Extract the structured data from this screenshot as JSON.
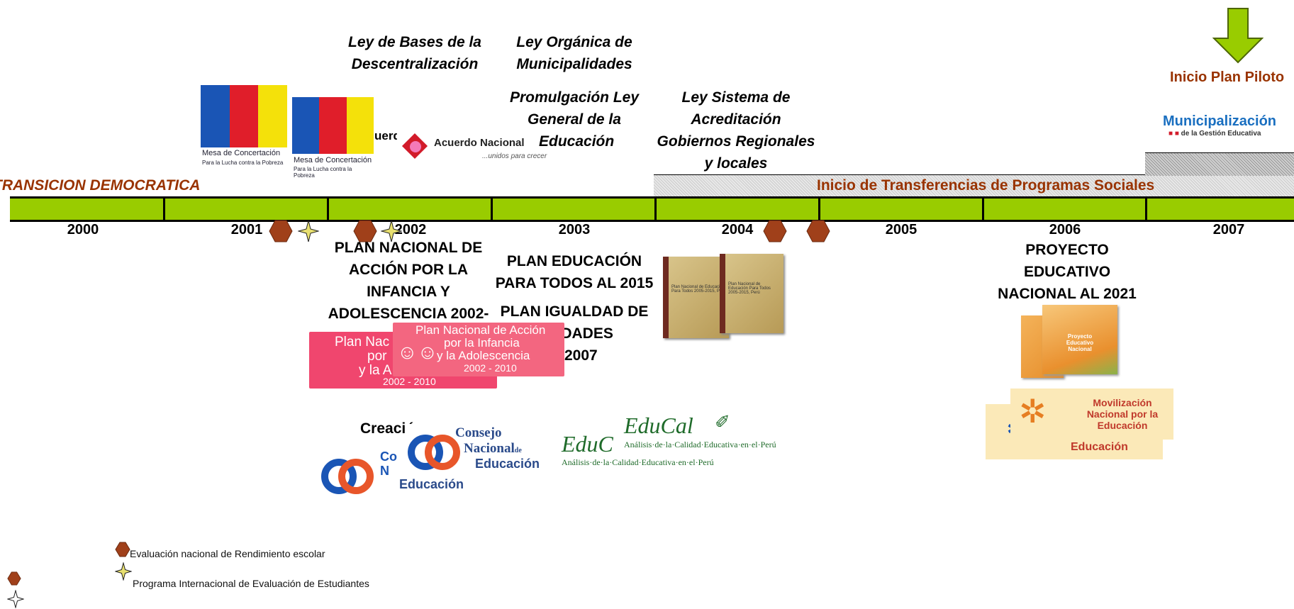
{
  "laws": {
    "ley_bases_1": "Ley de Bases de la",
    "ley_bases_2": "Descentralización",
    "ley_organica_1": "Ley Orgánica de",
    "ley_organica_2": "Municipalidades",
    "promulgacion_1": "Promulgación Ley",
    "promulgacion_2": "General de la",
    "promulgacion_3": "Educación",
    "sistema_1": "Ley Sistema de",
    "sistema_2": "Acreditación",
    "sistema_3": "Gobiernos Regionales",
    "sistema_4": "y locales"
  },
  "top_right": {
    "inicio_piloto": "Inicio Plan Piloto",
    "muni_1": "Municipalización",
    "muni_2": "de la Gestión Educativa"
  },
  "band": {
    "left_label": "TRANSICION DEMOCRATICA",
    "right_label": "Inicio de Transferencias de Programas Sociales"
  },
  "years": [
    "2000",
    "2001",
    "2002",
    "2003",
    "2004",
    "2005",
    "2006",
    "2007"
  ],
  "plans": {
    "pna_1": "PLAN NACIONAL DE",
    "pna_2": "ACCIÓN POR LA",
    "pna_3": "INFANCIA Y",
    "pna_4": "ADOLESCENCIA 2002-",
    "ept_1": "PLAN EDUCACIÓN",
    "ept_2": "PARA TODOS AL 2015",
    "igualdad_1": "PLAN IGUALDAD DE",
    "igualdad_2": "UNIDADES",
    "igualdad_3": "3-2007",
    "pen_1": "PROYECTO",
    "pen_2": "EDUCATIVO",
    "pen_3": "NACIONAL AL 2021",
    "creacion": "Creación"
  },
  "logos": {
    "mesa_1": "Mesa de Concertación",
    "mesa_2": "Para la Lucha contra la Pobreza",
    "acuerdo_1": "Acuerdo Nacional",
    "acuerdo_2": "...unidos para crecer",
    "acuerdo_behind": "uerdo Nacional",
    "pna_banner_1": "Plan Nacional de Acción",
    "pna_banner_2": "por la Infancia",
    "pna_banner_3": "y la Adolescencia",
    "pna_banner_4": "2002 - 2010",
    "pna_back_1": "Plan Nac",
    "pna_back_2": "por",
    "pna_back_3": "y la A",
    "cne_1": "Consejo",
    "cne_2": "Nacional",
    "cne_3": "de",
    "cne_4": "Educación",
    "educal_1": "EduCal",
    "educal_2": "Análisis·de·la·Calidad·Educativa·en·el·Perú",
    "educal_back": "EduC",
    "movil_1": "Movilización",
    "movil_2": "Nacional por la",
    "movil_3": "Educación",
    "movil_4": "Educación",
    "book_title": "Plan Nacional de Educación Para Todos 2005-2015, Perú",
    "pen_book": "Proyecto Educativo Nacional"
  },
  "legend": {
    "rendimiento": "Evaluación nacional de Rendimiento escolar",
    "pisa": "Programa Internacional de Evaluación de Estudiantes"
  },
  "colors": {
    "bar_green": "#99cc00",
    "accent_brown": "#993300",
    "marker_brown": "#a0401a",
    "star_yellow": "#e8e070"
  }
}
